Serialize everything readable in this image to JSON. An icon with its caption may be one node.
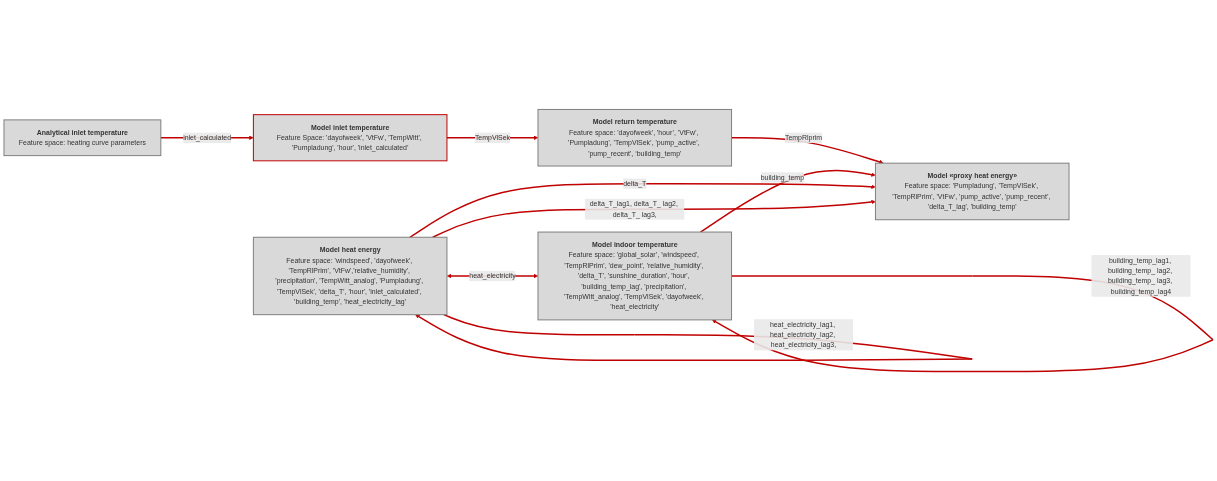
{
  "diagram": {
    "nodes": [
      {
        "text": [
          "Analytical inlet temperature",
          "Feature space: heating curve parameters"
        ]
      },
      {
        "text": [
          "Model inlet temperature",
          "Feature Space: 'dayofweek', 'VtFw', 'TempWitt', 'Pumpladung', 'hour', 'inlet_calculated’"
        ]
      },
      {
        "text": [
          "Model return temperature",
          "Feature space: 'dayofweek', 'hour’, 'VtFw’, 'Pumpladung', 'TempVlSek’, 'pump_active', 'pump_recent', ‘building_temp'"
        ]
      },
      {
        "text": [
          "Model «proxy heat energy»",
          "Feature space: 'Pumpladung’, 'TempVlSek', 'TempRlPrim', 'VtFw’, 'pump_active', 'pump_recent’, 'delta_T_lag', 'building_temp'"
        ]
      },
      {
        "text": [
          "Model indoor temperature",
          "Feature space: 'global_solar’, 'windspeed', 'TempRlPrim', 'dew_point', 'relative_humidity', 'delta_T’, 'sunshine_duration', 'hour', 'building_temp_lag', 'precipitation', 'TempWitt_analog', 'TempVlSek', 'dayofweek', 'heat_electricity'"
        ]
      },
      {
        "text": [
          "Model heat energy",
          "Feature space: 'windspeed', 'dayofweek', 'TempRlPrim', 'VtFw','relative_humidity', 'precipitation', 'TempWitt_analog', 'Pumpladung', 'TempVlSek', 'delta_T’, 'hour', 'inlet_calculated', 'building_temp', 'heat_electricity_lag’"
        ]
      }
    ],
    "edges": [
      {
        "from": 0,
        "to": 1,
        "arrow": "to",
        "label": "inlet_calculated"
      },
      {
        "from": 1,
        "to": 2,
        "arrow": "to",
        "label": "TempVlSek"
      },
      {
        "from": 2,
        "to": 3,
        "arrow": "to",
        "label": "TempRlprim"
      },
      {
        "from": 4,
        "to": 3,
        "arrow": "to",
        "label": "building_temp"
      },
      {
        "from": 4,
        "to": 4,
        "arrow": "to",
        "label": "building_temp_lag1, building_temp_ lag2, building_temp_ lag3, building_temp_lag4"
      },
      {
        "from": 5,
        "to": 4,
        "arrow": "both",
        "label": "heat_electricity"
      },
      {
        "from": 5,
        "to": 5,
        "arrow": "to",
        "label": "heat_electricity_lag1, heat_electricity_lag2, heat_electricity_lag3,"
      },
      {
        "from": 5,
        "to": 3,
        "arrow": "to",
        "label": "delta_T"
      },
      {
        "from": 5,
        "to": 3,
        "arrow": "to",
        "label": "delta_T_lag1, delta_T_ lag2, delta_T_ lag3,"
      }
    ]
  }
}
